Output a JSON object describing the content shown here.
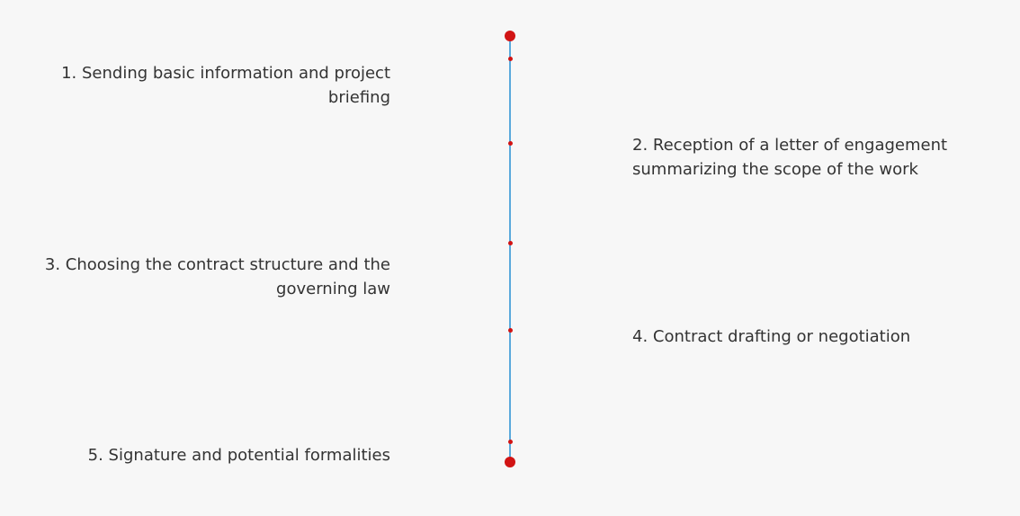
{
  "steps": [
    {
      "label": "1. Sending basic information and project briefing"
    },
    {
      "label": "2. Reception of a letter of engagement summarizing the scope of the work"
    },
    {
      "label": "3. Choosing the contract structure and the governing law"
    },
    {
      "label": "4. Contract drafting or negotiation"
    },
    {
      "label": "5. Signature and potential formalities"
    }
  ],
  "colors": {
    "line": "#5aa9dc",
    "dot": "#d11414",
    "text": "#333333",
    "background": "#f7f7f7"
  }
}
